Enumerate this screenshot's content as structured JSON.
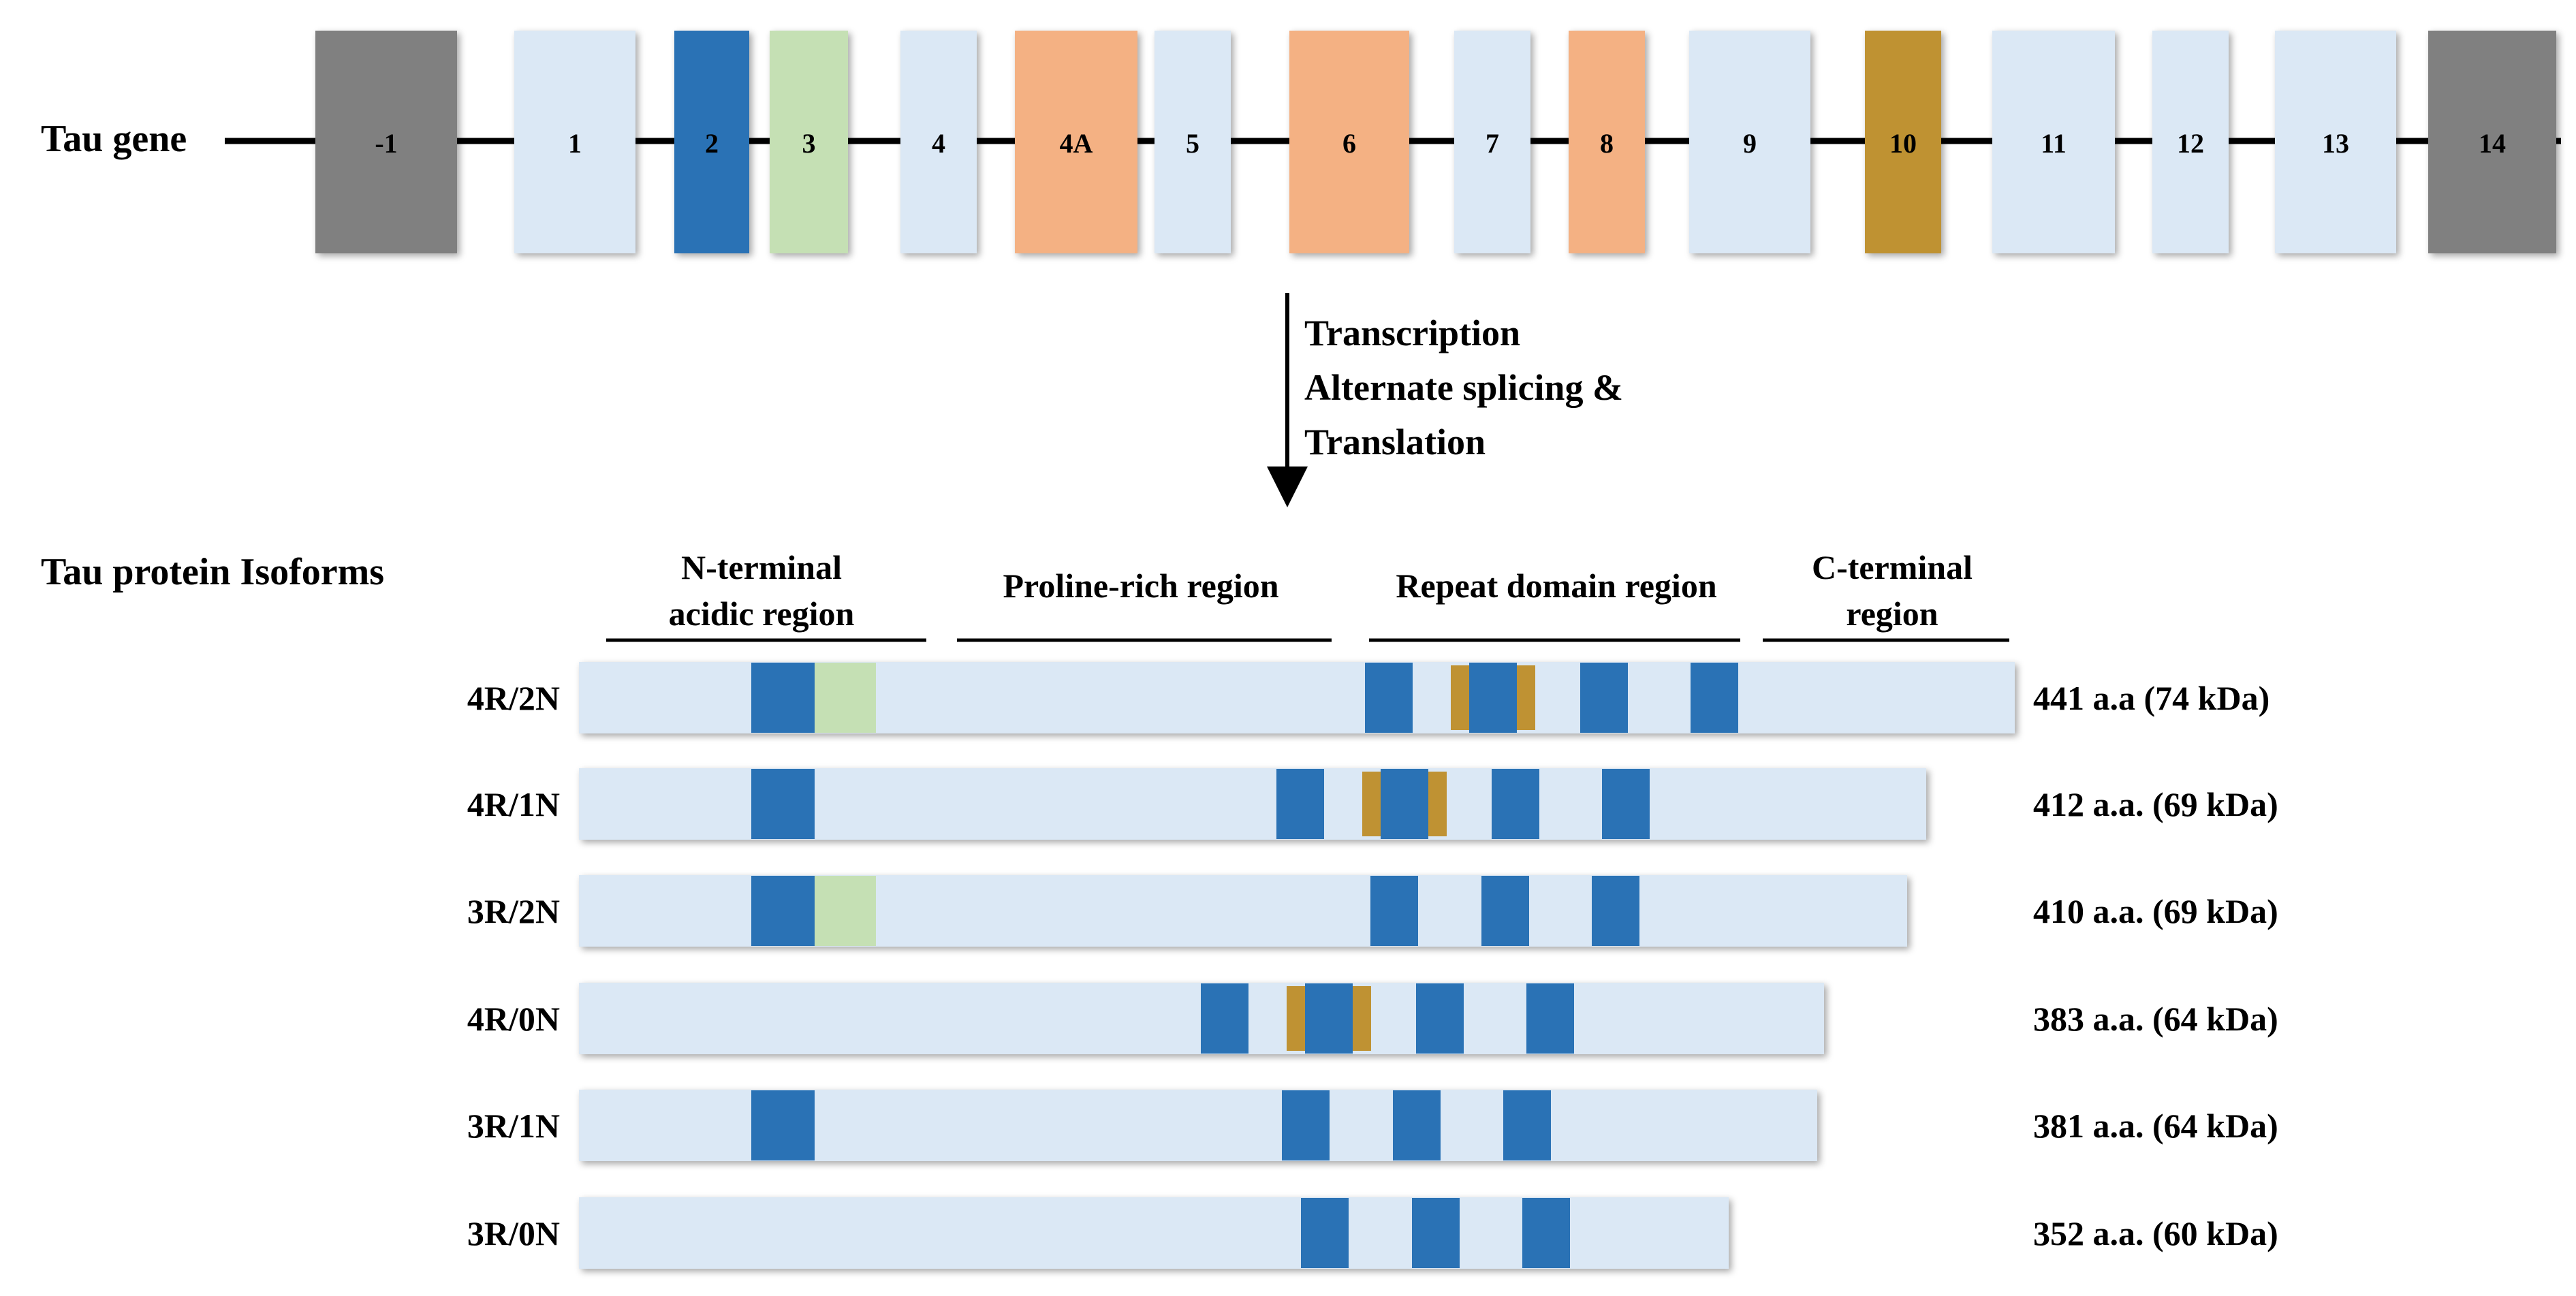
{
  "gene": {
    "label": "Tau gene",
    "exons": [
      {
        "label": "-1",
        "color": "#808080"
      },
      {
        "label": "1",
        "color": "#dbe8f5"
      },
      {
        "label": "2",
        "color": "#2a72b5"
      },
      {
        "label": "3",
        "color": "#c5e0b4"
      },
      {
        "label": "4",
        "color": "#dbe8f5"
      },
      {
        "label": "4A",
        "color": "#f4b183"
      },
      {
        "label": "5",
        "color": "#dbe8f5"
      },
      {
        "label": "6",
        "color": "#f4b183"
      },
      {
        "label": "7",
        "color": "#dbe8f5"
      },
      {
        "label": "8",
        "color": "#f4b183"
      },
      {
        "label": "9",
        "color": "#dbe8f5"
      },
      {
        "label": "10",
        "color": "#bf9233"
      },
      {
        "label": "11",
        "color": "#dbe8f5"
      },
      {
        "label": "12",
        "color": "#dbe8f5"
      },
      {
        "label": "13",
        "color": "#dbe8f5"
      },
      {
        "label": "14",
        "color": "#808080"
      }
    ]
  },
  "process": {
    "line1": "Transcription",
    "line2": "Alternate splicing &",
    "line3": "Translation"
  },
  "isoforms_title": "Tau protein Isoforms",
  "regions": [
    {
      "line1": "N-terminal",
      "line2": "acidic region"
    },
    {
      "line1": "Proline-rich region",
      "line2": ""
    },
    {
      "line1": "Repeat domain region",
      "line2": ""
    },
    {
      "line1": "C-terminal",
      "line2": "region"
    }
  ],
  "isoforms": [
    {
      "name": "4R/2N",
      "size": "441 a.a (74 kDa)"
    },
    {
      "name": "4R/1N",
      "size": "412 a.a. (69 kDa)"
    },
    {
      "name": "3R/2N",
      "size": "410 a.a. (69 kDa)"
    },
    {
      "name": "4R/0N",
      "size": "383 a.a. (64 kDa)"
    },
    {
      "name": "3R/1N",
      "size": "381 a.a. (64 kDa)"
    },
    {
      "name": "3R/0N",
      "size": "352 a.a. (60 kDa)"
    }
  ],
  "colors": {
    "protein_bar": "#dbe8f5",
    "repeat_block": "#2a72b5",
    "exon2_block": "#2a72b5",
    "exon3_block": "#c5e0b4",
    "exon10_block": "#bf9233"
  }
}
